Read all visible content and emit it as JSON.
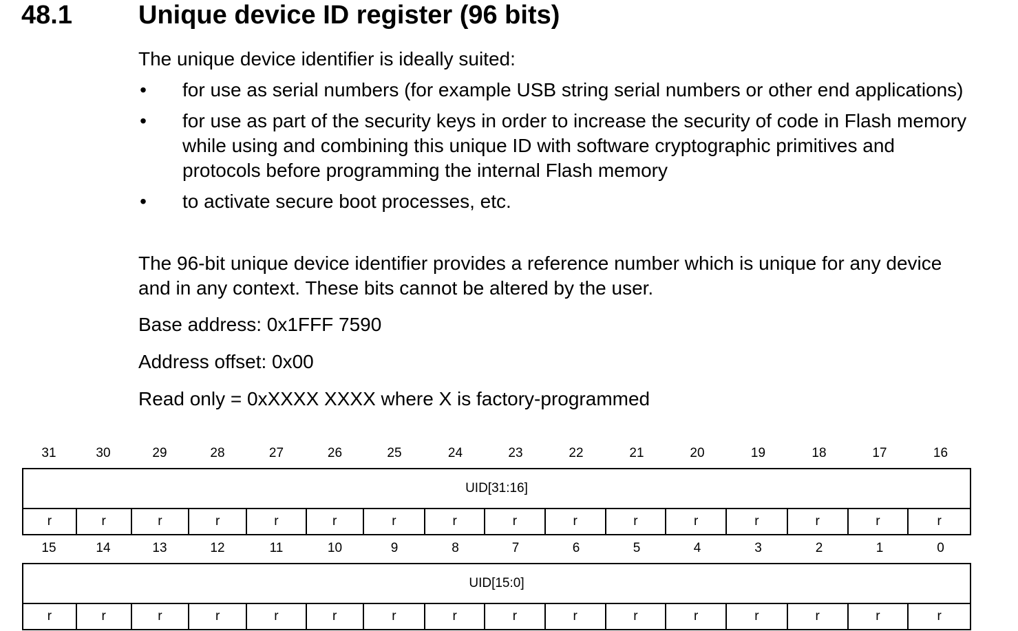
{
  "section": {
    "number": "48.1",
    "title": "Unique device ID register (96 bits)"
  },
  "intro": "The unique device identifier is ideally suited:",
  "bullets": [
    "for use as serial numbers (for example USB string serial numbers or other end applications)",
    "for use as part of the security keys in order to increase the security of code in Flash memory while using and combining this unique ID with software cryptographic primitives and protocols before programming the internal Flash memory",
    "to activate secure boot processes, etc."
  ],
  "bullet_glyph": "•",
  "paragraph": "The 96-bit unique device identifier provides a reference number which is unique for any device and in any context. These bits cannot be altered by the user.",
  "base_address": "Base address: 0x1FFF 7590",
  "address_offset": "Address offset: 0x00",
  "read_only": "Read only = 0xXXXX XXXX where X is factory-programmed",
  "register": {
    "high": {
      "bits": [
        "31",
        "30",
        "29",
        "28",
        "27",
        "26",
        "25",
        "24",
        "23",
        "22",
        "21",
        "20",
        "19",
        "18",
        "17",
        "16"
      ],
      "field": "UID[31:16]",
      "access": [
        "r",
        "r",
        "r",
        "r",
        "r",
        "r",
        "r",
        "r",
        "r",
        "r",
        "r",
        "r",
        "r",
        "r",
        "r",
        "r"
      ]
    },
    "low": {
      "bits": [
        "15",
        "14",
        "13",
        "12",
        "11",
        "10",
        "9",
        "8",
        "7",
        "6",
        "5",
        "4",
        "3",
        "2",
        "1",
        "0"
      ],
      "field": "UID[15:0]",
      "access": [
        "r",
        "r",
        "r",
        "r",
        "r",
        "r",
        "r",
        "r",
        "r",
        "r",
        "r",
        "r",
        "r",
        "r",
        "r",
        "r"
      ]
    }
  }
}
